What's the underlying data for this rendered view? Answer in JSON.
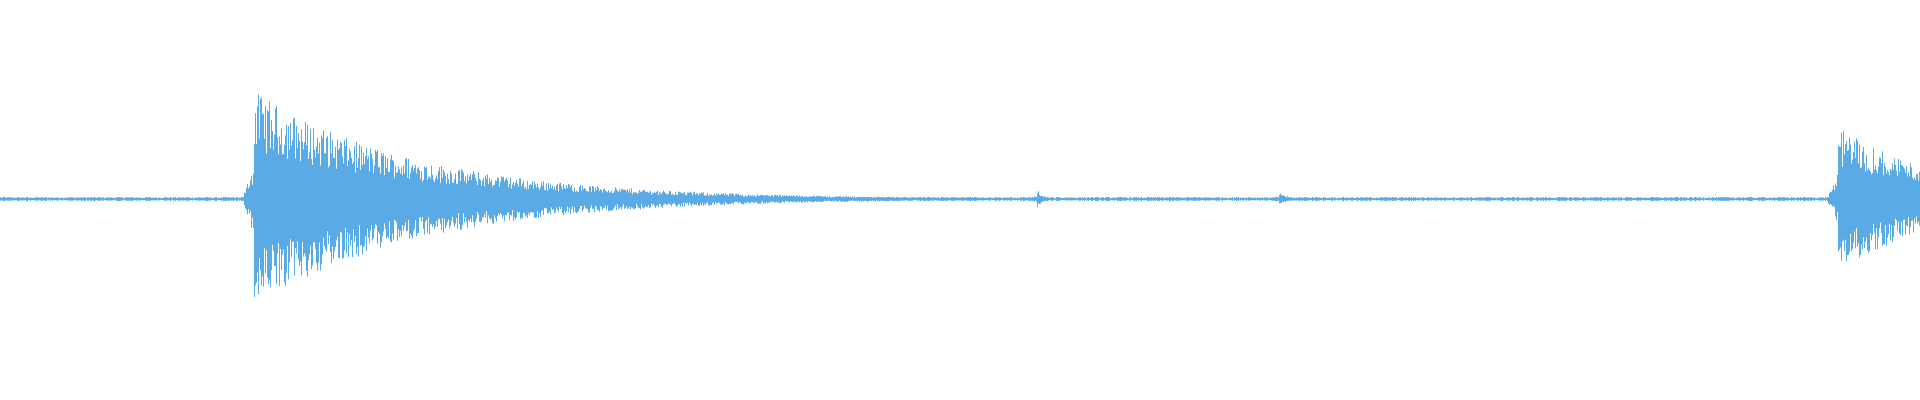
{
  "waveform": {
    "color": "#5aaae6",
    "background": "#ffffff",
    "baseline_amplitude": 0.008,
    "events": [
      {
        "name": "transient-1",
        "time_fraction": 0.132,
        "peak_up": 0.54,
        "peak_down": 0.55,
        "decay": 0.085
      },
      {
        "name": "click-1",
        "time_fraction": 0.54,
        "peak_up": 0.05,
        "peak_down": 0.05,
        "decay": 0.003
      },
      {
        "name": "click-2",
        "time_fraction": 0.666,
        "peak_up": 0.03,
        "peak_down": 0.03,
        "decay": 0.006
      },
      {
        "name": "transient-2",
        "time_fraction": 0.957,
        "peak_up": 0.36,
        "peak_down": 0.36,
        "decay": 0.06
      }
    ]
  }
}
